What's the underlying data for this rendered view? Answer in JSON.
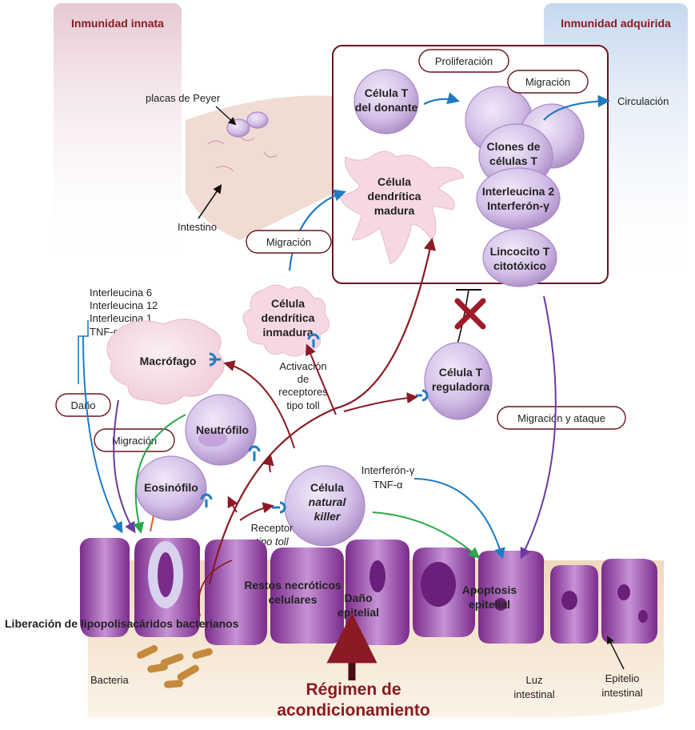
{
  "headers": {
    "innate": "Inmunidad innata",
    "acquired": "Inmunidad adquirida"
  },
  "labels": {
    "peyer": "placas de Peyer",
    "intestine": "Intestino",
    "circulation": "Circulación",
    "proliferation": "Proliferación",
    "migration_top": "Migración",
    "migration_left": "Migración",
    "migration_mid": "Migración",
    "migration_attack": "Migración y ataque",
    "damage": "Daño",
    "tcell_donor": [
      "Célula T",
      "del donante"
    ],
    "tclones": [
      "Clones de",
      "células T"
    ],
    "il2": [
      "Interleucina 2",
      "Interferón-γ"
    ],
    "ctl": [
      "Lincocito T",
      "citotóxico"
    ],
    "dc_mature": [
      "Célula",
      "dendrítica",
      "madura"
    ],
    "dc_immature": [
      "Célula",
      "dendrítica",
      "inmadura"
    ],
    "macrophage": "Macrófago",
    "neutrophil": "Neutrófilo",
    "eosinophil": "Eosinófilo",
    "nk": [
      "Célula",
      "natural",
      "killer"
    ],
    "treg": [
      "Célula T",
      "reguladora"
    ],
    "cytokines": [
      "Interleucina 6",
      "Interleucina 12",
      "Interleucina 1",
      "TNF-α"
    ],
    "tlr_activation": [
      "Activación",
      "de",
      "receptores",
      "tipo toll"
    ],
    "tlr_receptor": [
      "Receptor",
      "tipo toll"
    ],
    "ifn_tnf": [
      "Interferón-γ",
      "TNF-α"
    ],
    "necrotic": [
      "Restos necróticos",
      "celulares"
    ],
    "epithelial_damage": [
      "Daño",
      "epitelial"
    ],
    "apoptosis": [
      "Apoptosis",
      "epitelial"
    ],
    "lps": "Liberación de lipopolisacáridos bacterianos",
    "bacteria": "Bacteria",
    "lumen": [
      "Luz",
      "intestinal"
    ],
    "epithelium": [
      "Epitelio",
      "intestinal"
    ],
    "regimen": [
      "Régimen de",
      "acondicionamiento"
    ]
  },
  "colors": {
    "innate_band": "#e9cfd6",
    "acquired_band": "#cfdcee",
    "header_text": "#8a1a22",
    "arrow_dark_red": "#8b1a24",
    "arrow_blue": "#1f7bc4",
    "arrow_purple": "#6a3aa0",
    "arrow_green": "#2aa84a",
    "cell_lavender": "#c9b3e0",
    "epithelium": "#8e3a9d",
    "lumen": "#f1dfc6",
    "cross": "#a01a28"
  }
}
